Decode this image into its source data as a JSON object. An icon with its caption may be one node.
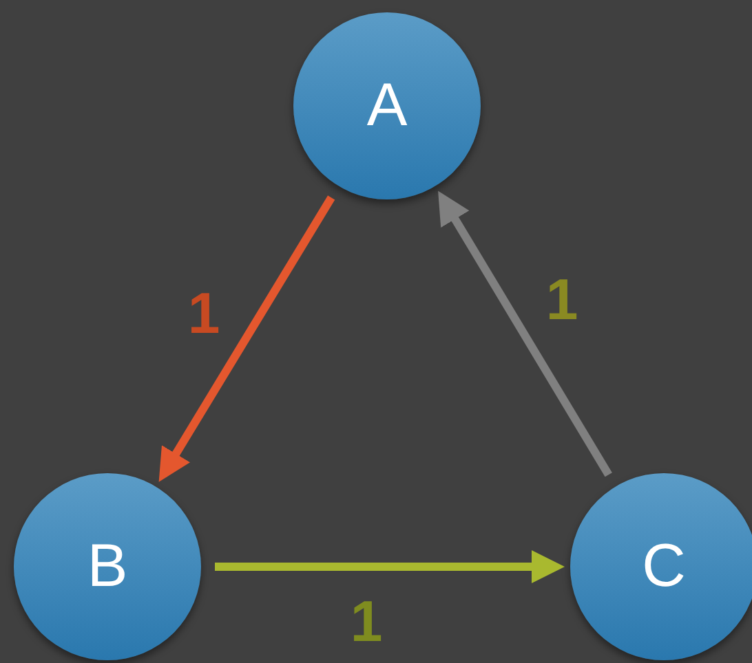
{
  "diagram": {
    "nodes": [
      {
        "text": [
          "A"
        ]
      },
      {
        "text": [
          "B"
        ]
      },
      {
        "text": [
          "C"
        ]
      }
    ],
    "edges": [
      {
        "from": 0,
        "to": 1,
        "arrow": "to",
        "label": "1",
        "color": "#e4572e"
      },
      {
        "from": 1,
        "to": 2,
        "arrow": "to",
        "label": "1",
        "color": "#a9b92f"
      },
      {
        "from": 2,
        "to": 0,
        "arrow": "to",
        "label": "1",
        "color": "#808080"
      }
    ]
  }
}
